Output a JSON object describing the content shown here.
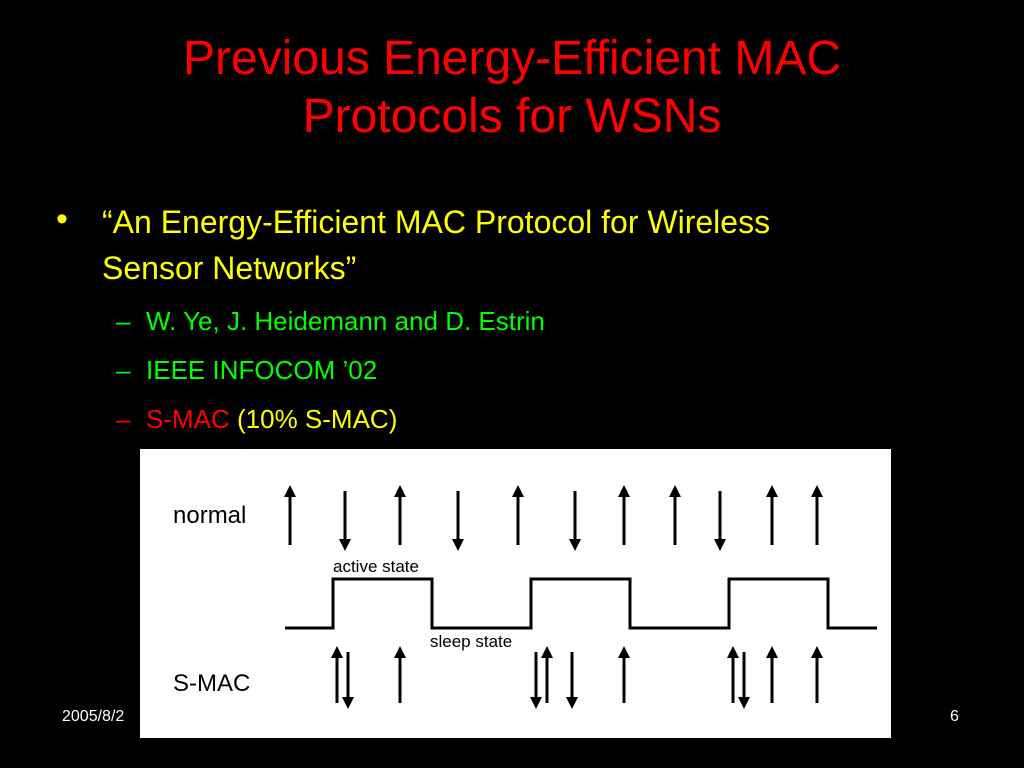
{
  "slide": {
    "title_line1": "Previous Energy-Efficient MAC",
    "title_line2": "Protocols for WSNs",
    "bullet": {
      "marker": "•",
      "text_line1": "“An Energy-Efficient MAC Protocol for Wireless",
      "text_line2": "Sensor Networks”",
      "subitems": [
        {
          "dash": "–",
          "text": "W. Ye, J. Heidemann and D. Estrin"
        },
        {
          "dash": "–",
          "text": "IEEE INFOCOM ’02"
        },
        {
          "dash": "–",
          "text_red": "S-MAC",
          "text_rest": " (10% S-MAC)"
        }
      ]
    },
    "figure": {
      "label_normal": "normal",
      "label_active": "active state",
      "label_sleep": "sleep state",
      "label_smac": "S-MAC",
      "normal_arrows": [
        "up",
        "down",
        "up",
        "down",
        "up",
        "down",
        "up",
        "up",
        "down",
        "up",
        "up"
      ],
      "smac_arrows": [
        "up",
        "down",
        "up",
        "down",
        "up",
        "down",
        "up",
        "up",
        "down",
        "up",
        "up"
      ]
    },
    "footer": {
      "date": "2005/8/2",
      "page": "6"
    },
    "colors": {
      "background": "#000000",
      "title": "#ff0000",
      "bullet_text": "#ffff00",
      "sub_text": "#00ff00",
      "highlight": "#ff0000"
    }
  }
}
